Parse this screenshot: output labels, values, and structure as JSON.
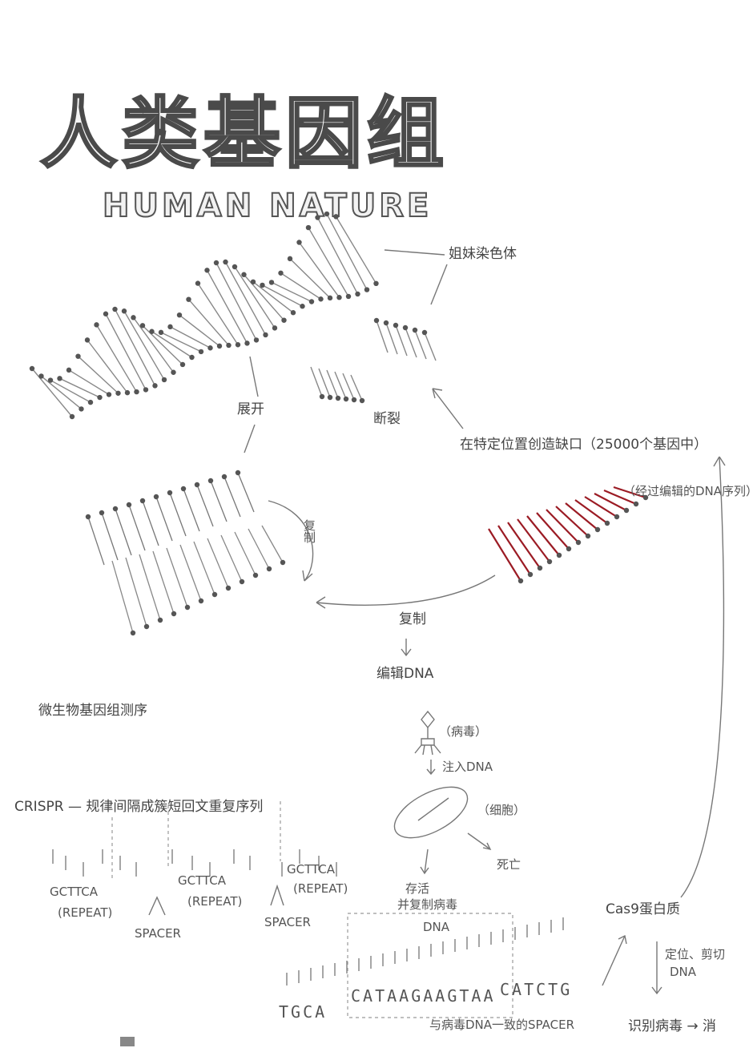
{
  "title": {
    "chinese": "人类基因组",
    "english": "HUMAN NATURE"
  },
  "labels": {
    "sister_chromatids": "姐妹染色体",
    "unfold": "展开",
    "break": "断裂",
    "create_gap": "在特定位置创造缺口（25000个基因中）",
    "edited_sequence": "（经过编辑的DNA序列）",
    "replicate_vertical": "复制",
    "replicate": "复制",
    "edit_dna": "编辑DNA",
    "microbe_sequencing": "微生物基因组测序",
    "crispr": "CRISPR — 规律间隔成簇短回文重复序列",
    "virus": "（病毒）",
    "inject_dna": "注入DNA",
    "cell": "（细胞）",
    "death": "死亡",
    "survive_1": "存活",
    "survive_2": "并复制病毒",
    "dna": "DNA",
    "cas9": "Cas9蛋白质",
    "locate_cut_1": "定位、剪切",
    "locate_cut_2": "DNA",
    "recognize_virus": "识别病毒 → 消",
    "virus_spacer": "与病毒DNA一致的SPACER"
  },
  "repeats": [
    {
      "seq": "GCTTCA",
      "tag": "(REPEAT)"
    },
    {
      "seq": "GCTTCA",
      "tag": "(REPEAT)"
    },
    {
      "seq": "GCTTCA",
      "tag": "(REPEAT)"
    }
  ],
  "spacers": [
    "SPACER",
    "SPACER"
  ],
  "bottom_sequence": {
    "left": "TGCA",
    "middle": "CATAAGAAGTAA",
    "right": "CATCTG"
  },
  "colors": {
    "ink": "#3a3a3a",
    "pencil": "#777777",
    "edited_strand": "#9b1b24"
  }
}
